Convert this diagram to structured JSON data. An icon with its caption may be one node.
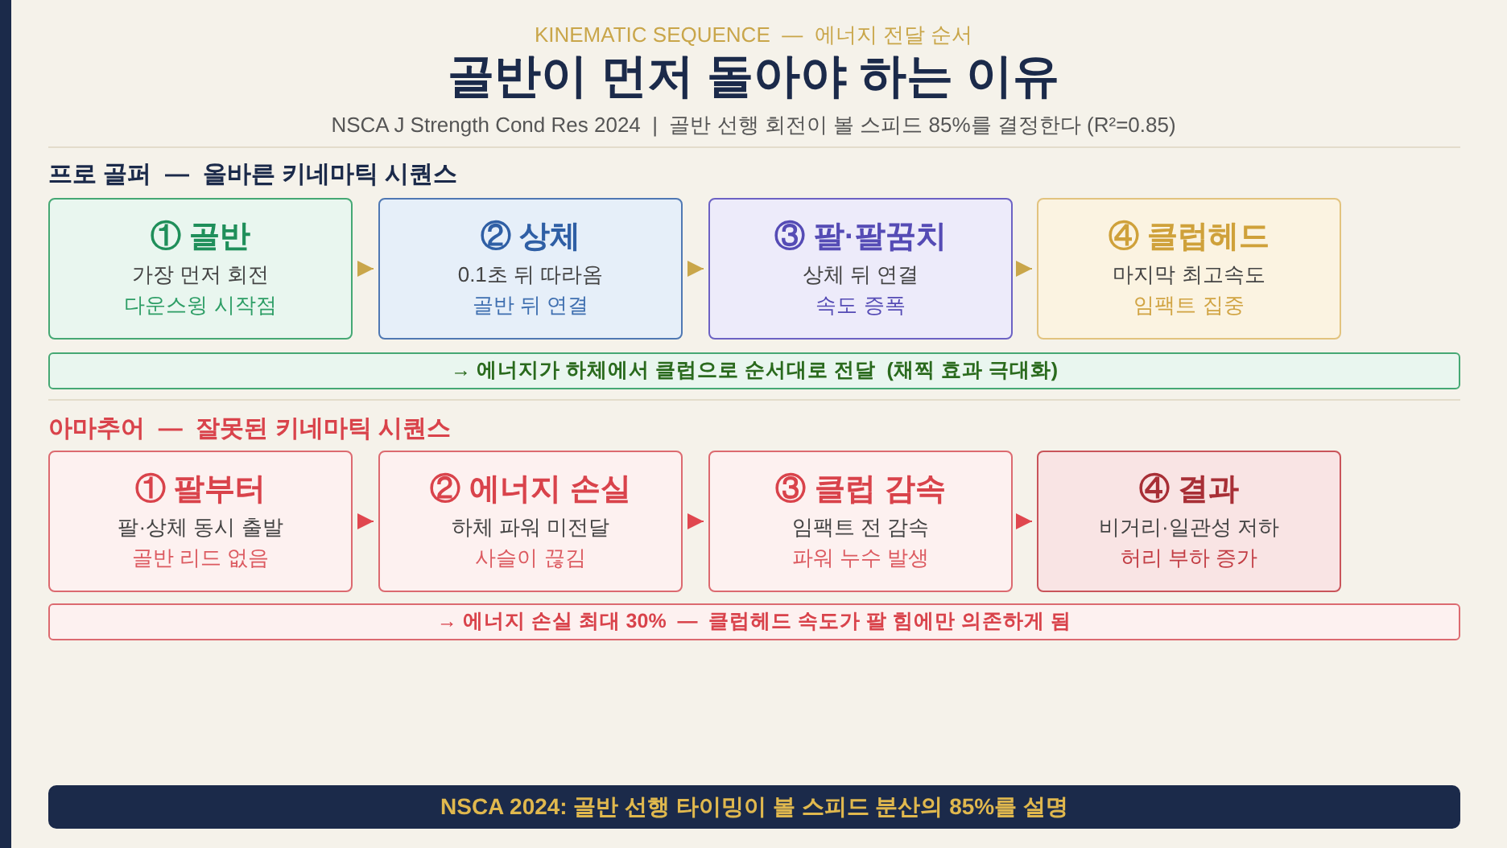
{
  "diagram": {
    "title": "골반이 먼저 돌아야 하는 이유",
    "nodes": [
      {
        "text": [
          "① 골반",
          "가장 먼저 회전",
          "다운스윙 시작점"
        ]
      },
      {
        "text": [
          "② 상체",
          "0.1초 뒤 따라옴",
          "골반 뒤 연결"
        ]
      },
      {
        "text": [
          "③ 팔·팔꿈치",
          "상체 뒤 연결",
          "속도 증폭"
        ]
      },
      {
        "text": [
          "④ 클럽헤드",
          "마지막 최고속도",
          "임팩트 집중"
        ]
      },
      {
        "text": [
          "→ 에너지가 하체에서 클럽으로 순서대로 전달  (채찍 효과 극대화)"
        ]
      },
      {
        "text": [
          "① 팔부터",
          "팔·상체 동시 출발",
          "골반 리드 없음"
        ]
      },
      {
        "text": [
          "② 에너지 손실",
          "하체 파워 미전달",
          "사슬이 끊김"
        ]
      },
      {
        "text": [
          "③ 클럽 감속",
          "임팩트 전 감속",
          "파워 누수 발생"
        ]
      },
      {
        "text": [
          "④ 결과",
          "비거리·일관성 저하",
          "허리 부하 증가"
        ]
      },
      {
        "text": [
          "→ 에너지 손실 최대 30%  —  클럽헤드 속도가 팔 힘에만 의존하게 됨"
        ]
      },
      {
        "text": [
          "NSCA 2024: 골반 선행 타이밍이 볼 스피드 분산의 85%를 설명"
        ]
      }
    ],
    "edges": [
      {
        "from": 0,
        "to": 1,
        "arrow": "to",
        "color": "#c9a64a"
      },
      {
        "from": 1,
        "to": 2,
        "arrow": "to",
        "color": "#c9a64a"
      },
      {
        "from": 2,
        "to": 3,
        "arrow": "to",
        "color": "#c9a64a"
      },
      {
        "from": 5,
        "to": 6,
        "arrow": "to",
        "color": "#e0474f"
      },
      {
        "from": 6,
        "to": 7,
        "arrow": "to",
        "color": "#e0474f"
      },
      {
        "from": 7,
        "to": 8,
        "arrow": "to",
        "color": "#e0474f"
      }
    ],
    "labels": [
      "KINEMATIC SEQUENCE  —  에너지 전달 순서",
      "NSCA J Strength Cond Res 2024  |  골반 선행 회전이 볼 스피드 85%를 결정한다 (R²=0.85)",
      "프로 골퍼  —  올바른 키네마틱 시퀀스",
      "아마추어  —  잘못된 키네마틱 시퀀스"
    ]
  }
}
